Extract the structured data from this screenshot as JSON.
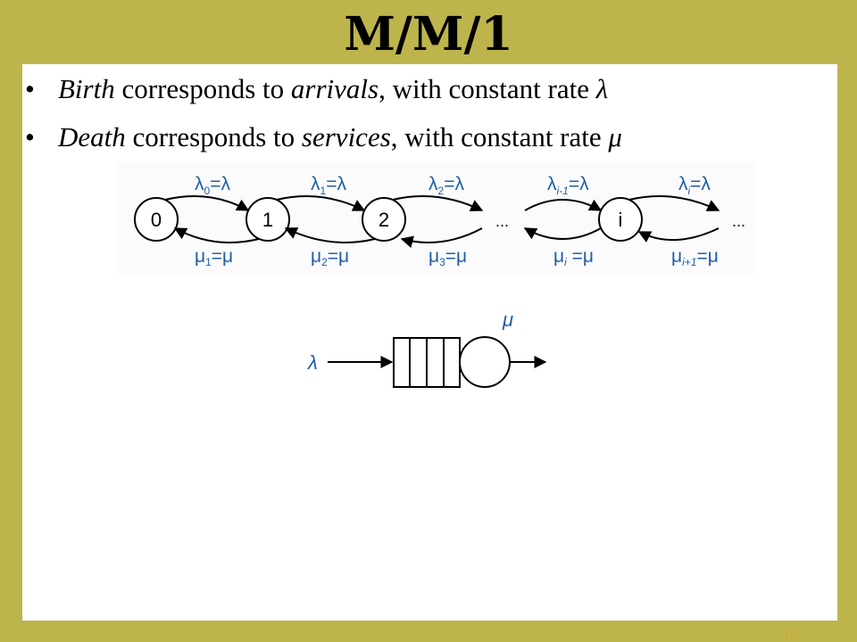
{
  "slide": {
    "title": "M/M/1",
    "slide_number": "15"
  },
  "bullets": [
    {
      "marker": "•",
      "italic_1": "Birth",
      "text_1": " corresponds to ",
      "italic_2": "arrivals",
      "text_2": ", with constant rate ",
      "symbol": "λ"
    },
    {
      "marker": "•",
      "italic_1": "Death",
      "text_1": " corresponds to ",
      "italic_2": "services",
      "text_2": ", with constant rate ",
      "symbol": "μ"
    }
  ],
  "birth_death_chain": {
    "states": [
      "0",
      "1",
      "2",
      "i"
    ],
    "ellipsis": "...",
    "top_labels": [
      {
        "rate": "λ",
        "sub": "0",
        "eq": "=λ"
      },
      {
        "rate": "λ",
        "sub": "1",
        "eq": "=λ"
      },
      {
        "rate": "λ",
        "sub": "2",
        "eq": "=λ"
      },
      {
        "rate": "λ",
        "sub": "i-1",
        "eq": "=λ"
      },
      {
        "rate": "λ",
        "sub": "i",
        "eq": "=λ"
      }
    ],
    "bottom_labels": [
      {
        "rate": "μ",
        "sub": "1",
        "eq": "=μ"
      },
      {
        "rate": "μ",
        "sub": "2",
        "eq": "=μ"
      },
      {
        "rate": "μ",
        "sub": "3",
        "eq": "=μ"
      },
      {
        "rate": "μ",
        "sub": "i",
        "eq": " =μ"
      },
      {
        "rate": "μ",
        "sub": "i+1",
        "eq": "=μ"
      }
    ]
  },
  "queue_diagram": {
    "arrival_label": "λ",
    "service_label": "μ"
  },
  "colors": {
    "background": "#bdb54c",
    "label_blue": "#1f5ea8",
    "content_bg": "#ffffff"
  }
}
